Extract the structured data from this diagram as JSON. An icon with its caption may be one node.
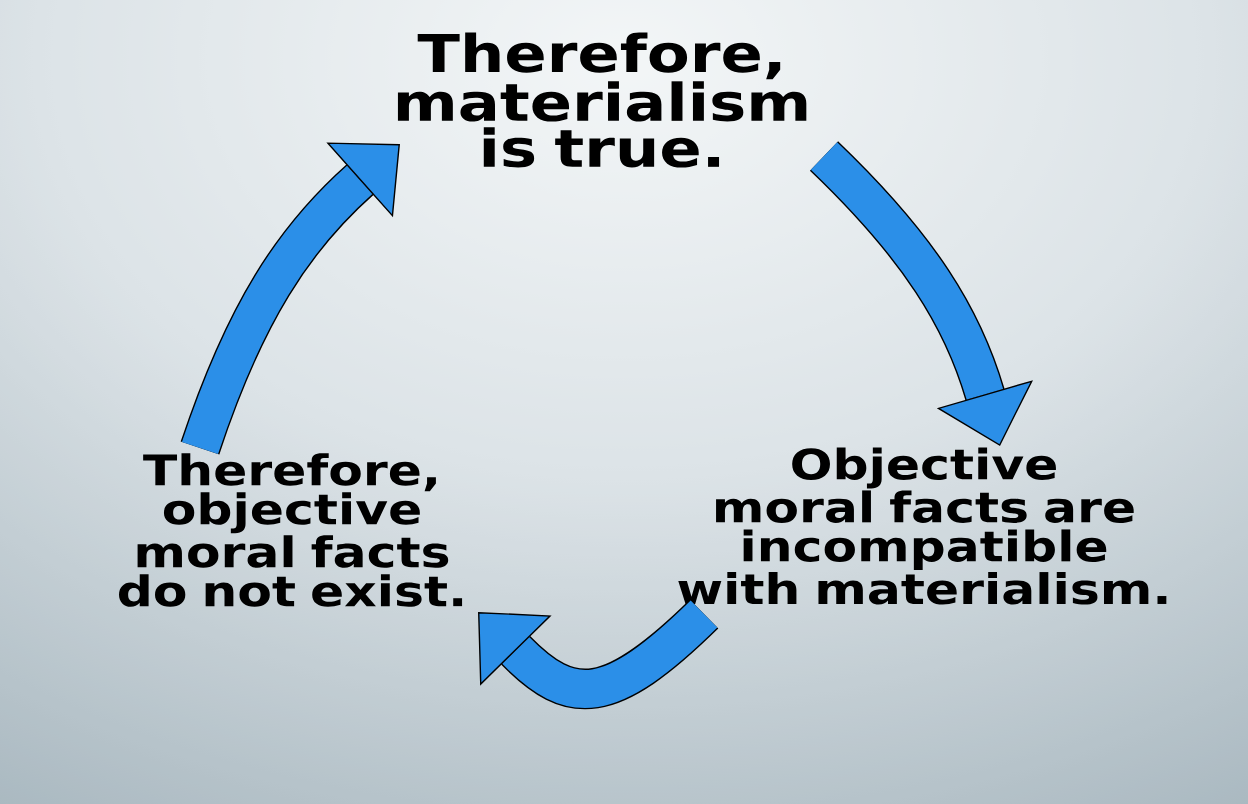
{
  "diagram": {
    "nodes": [
      {
        "text": [
          "Therefore, materialism is true."
        ]
      },
      {
        "text": [
          "Therefore, objective moral facts do not exist."
        ]
      },
      {
        "text": [
          "Objective moral facts are incompatible with materialism."
        ]
      }
    ],
    "edges": [
      {
        "from": 0,
        "to": 2,
        "arrow": "to"
      },
      {
        "from": 2,
        "to": 1,
        "arrow": "to"
      },
      {
        "from": 1,
        "to": 0,
        "arrow": "to"
      }
    ]
  }
}
